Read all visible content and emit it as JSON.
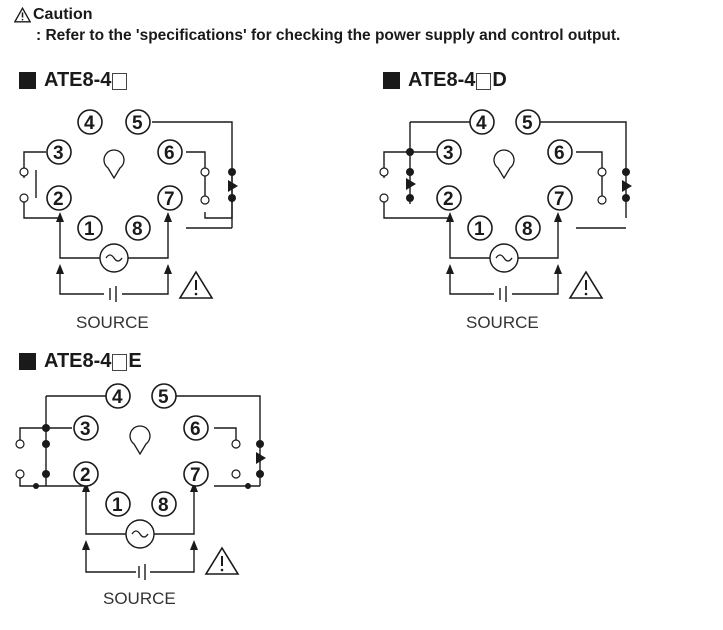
{
  "caution": {
    "title": "Caution",
    "text": ": Refer to the 'specifications' for checking the power supply and control output."
  },
  "diagrams": [
    {
      "model_prefix": "ATE8-4",
      "model_suffix": "",
      "source_label": "SOURCE"
    },
    {
      "model_prefix": "ATE8-4",
      "model_suffix": "D",
      "source_label": "SOURCE"
    },
    {
      "model_prefix": "ATE8-4",
      "model_suffix": "E",
      "source_label": "SOURCE"
    }
  ],
  "pins": [
    "1",
    "2",
    "3",
    "4",
    "5",
    "6",
    "7",
    "8"
  ],
  "icons": {
    "caution": "warning-triangle-icon",
    "power": "ac-source-icon",
    "battery": "dc-source-icon",
    "key": "socket-key-icon"
  }
}
